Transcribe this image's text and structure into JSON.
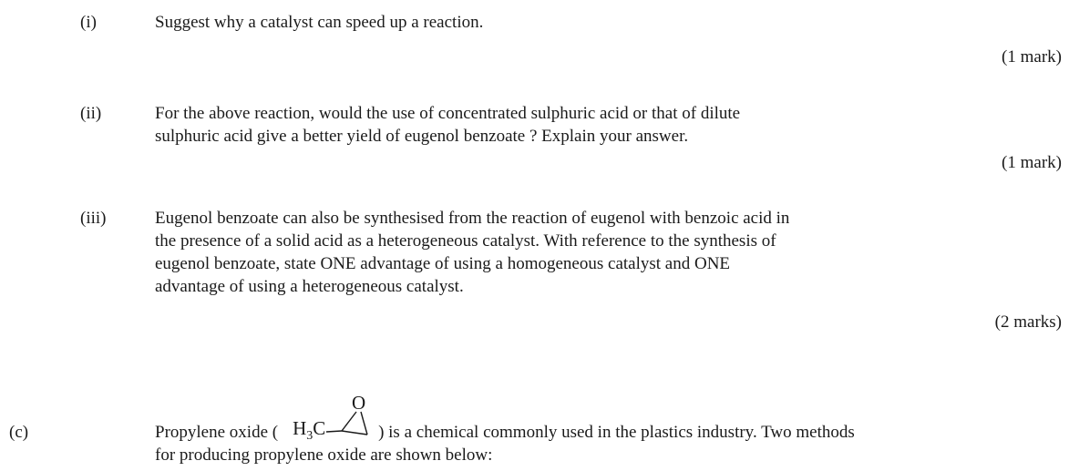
{
  "questions": [
    {
      "number": "(i)",
      "text": "Suggest why a catalyst can speed up a reaction.",
      "marks": "(1 mark)"
    },
    {
      "number": "(ii)",
      "line1": "For the above reaction, would the use of concentrated sulphuric acid or that of dilute",
      "line2": "sulphuric acid give a better yield of eugenol benzoate ?  Explain your answer.",
      "marks": "(1 mark)"
    },
    {
      "number": "(iii)",
      "lines": [
        "Eugenol benzoate can also be synthesised from the reaction of eugenol with benzoic acid in",
        "the presence of a solid acid as a heterogeneous catalyst.  With reference to the synthesis of",
        "eugenol benzoate, state ONE advantage of using a homogeneous catalyst and ONE",
        "advantage of using a heterogeneous catalyst."
      ],
      "marks": "(2 marks)"
    }
  ],
  "section_c": {
    "label": "(c)",
    "text_before": "Propylene oxide (",
    "formula_base": "H",
    "formula_sub": "3",
    "formula_after": "C",
    "oxygen_label": "O",
    "text_after": ") is a chemical commonly used in the plastics industry.  Two methods",
    "line2": "for producing propylene oxide are shown below:"
  }
}
